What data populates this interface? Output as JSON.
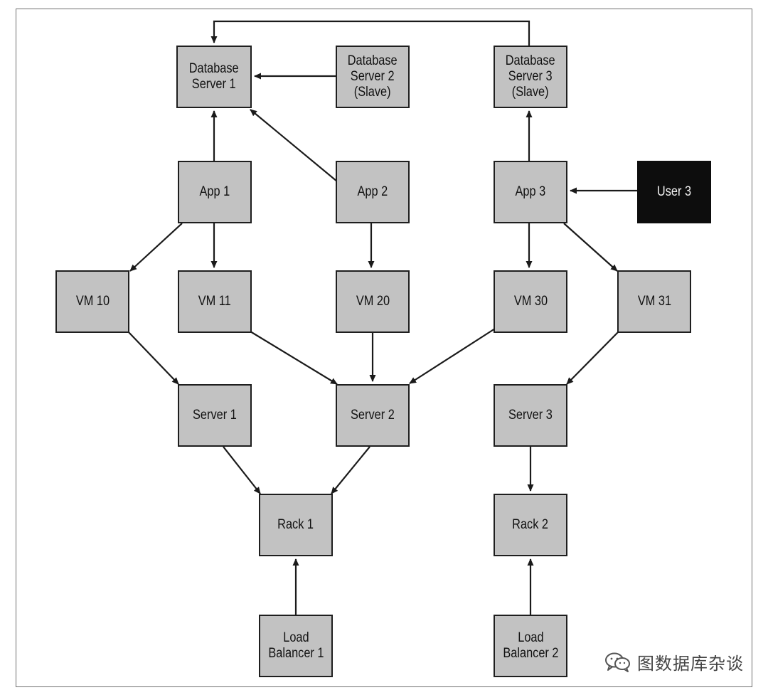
{
  "nodes": [
    {
      "id": "db1",
      "lines": [
        "Database",
        "Server 1"
      ],
      "dark": false
    },
    {
      "id": "db2",
      "lines": [
        "Database",
        "Server 2",
        "(Slave)"
      ],
      "dark": false
    },
    {
      "id": "db3",
      "lines": [
        "Database",
        "Server 3",
        "(Slave)"
      ],
      "dark": false
    },
    {
      "id": "app1",
      "lines": [
        "App 1"
      ],
      "dark": false
    },
    {
      "id": "app2",
      "lines": [
        "App 2"
      ],
      "dark": false
    },
    {
      "id": "app3",
      "lines": [
        "App 3"
      ],
      "dark": false
    },
    {
      "id": "user3",
      "lines": [
        "User 3"
      ],
      "dark": true
    },
    {
      "id": "vm10",
      "lines": [
        "VM 10"
      ],
      "dark": false
    },
    {
      "id": "vm11",
      "lines": [
        "VM 11"
      ],
      "dark": false
    },
    {
      "id": "vm20",
      "lines": [
        "VM 20"
      ],
      "dark": false
    },
    {
      "id": "vm30",
      "lines": [
        "VM 30"
      ],
      "dark": false
    },
    {
      "id": "vm31",
      "lines": [
        "VM 31"
      ],
      "dark": false
    },
    {
      "id": "server1",
      "lines": [
        "Server 1"
      ],
      "dark": false
    },
    {
      "id": "server2",
      "lines": [
        "Server 2"
      ],
      "dark": false
    },
    {
      "id": "server3",
      "lines": [
        "Server 3"
      ],
      "dark": false
    },
    {
      "id": "rack1",
      "lines": [
        "Rack 1"
      ],
      "dark": false
    },
    {
      "id": "rack2",
      "lines": [
        "Rack 2"
      ],
      "dark": false
    },
    {
      "id": "lb1",
      "lines": [
        "Load",
        "Balancer 1"
      ],
      "dark": false
    },
    {
      "id": "lb2",
      "lines": [
        "Load",
        "Balancer 2"
      ],
      "dark": false
    }
  ],
  "edges": [
    {
      "from": "db3",
      "to": "db1"
    },
    {
      "from": "db2",
      "to": "db1"
    },
    {
      "from": "app1",
      "to": "db1"
    },
    {
      "from": "app2",
      "to": "db1"
    },
    {
      "from": "app3",
      "to": "db3"
    },
    {
      "from": "user3",
      "to": "app3"
    },
    {
      "from": "app1",
      "to": "vm10"
    },
    {
      "from": "app1",
      "to": "vm11"
    },
    {
      "from": "app2",
      "to": "vm20"
    },
    {
      "from": "app3",
      "to": "vm30"
    },
    {
      "from": "app3",
      "to": "vm31"
    },
    {
      "from": "vm10",
      "to": "server1"
    },
    {
      "from": "vm11",
      "to": "server2"
    },
    {
      "from": "vm20",
      "to": "server2"
    },
    {
      "from": "vm30",
      "to": "server2"
    },
    {
      "from": "vm31",
      "to": "server3"
    },
    {
      "from": "server1",
      "to": "rack1"
    },
    {
      "from": "server2",
      "to": "rack1"
    },
    {
      "from": "server3",
      "to": "rack2"
    },
    {
      "from": "lb1",
      "to": "rack1"
    },
    {
      "from": "lb2",
      "to": "rack2"
    }
  ],
  "watermark": {
    "text": "图数据库杂谈"
  },
  "colors": {
    "node_fill": "#c2c2c2",
    "node_border": "#1e1e1e",
    "dark_node_fill": "#0d0d0d",
    "dark_node_text": "#f2f2f2",
    "edge": "#1a1a1a",
    "frame": "#6f6f6f"
  }
}
